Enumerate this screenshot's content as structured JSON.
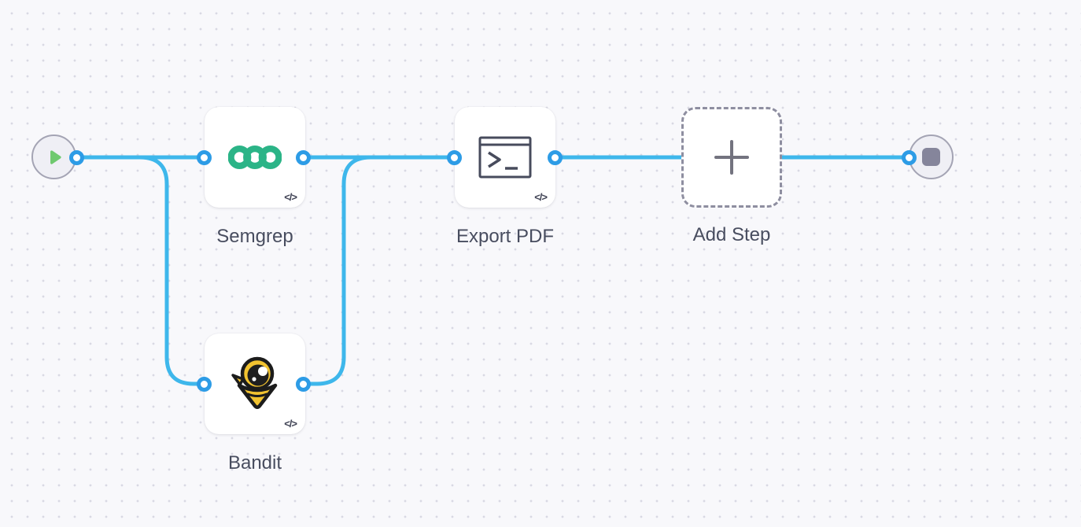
{
  "canvas": {
    "background_color": "#F8F8FB",
    "grid_dot_color": "#D9D9E3",
    "edge_color": "#3EB7EB",
    "port_color": "#2D9CE6"
  },
  "nodes": {
    "start": {
      "icon": "play-icon",
      "play_color": "#6FC96F"
    },
    "semgrep": {
      "label": "Semgrep",
      "icon": "semgrep-rings-logo",
      "logo_color": "#2BB487",
      "badge": "</>"
    },
    "bandit": {
      "label": "Bandit",
      "icon": "bandit-mascot-logo",
      "logo_color": "#F2C330",
      "badge": "</>"
    },
    "export_pdf": {
      "label": "Export PDF",
      "icon": "terminal-icon",
      "icon_color": "#474B5C",
      "badge": "</>"
    },
    "add_step": {
      "label": "Add Step",
      "icon": "plus-icon",
      "plus_color": "#73737F"
    },
    "end": {
      "icon": "stop-icon",
      "stop_color": "#85859B"
    }
  },
  "edges": [
    {
      "from": "start",
      "to": "semgrep"
    },
    {
      "from": "start",
      "to": "bandit"
    },
    {
      "from": "semgrep",
      "to": "export_pdf"
    },
    {
      "from": "bandit",
      "to": "export_pdf"
    },
    {
      "from": "export_pdf",
      "to": "end"
    }
  ]
}
